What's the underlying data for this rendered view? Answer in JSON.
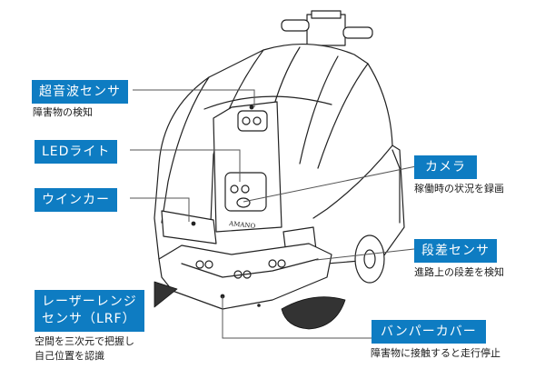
{
  "diagram": {
    "brand_text": "AMANO",
    "accent_color": "#0E7CC2",
    "callouts": [
      {
        "id": "ultrasonic-sensor",
        "title": "超音波センサ",
        "description": [
          "障害物の検知"
        ]
      },
      {
        "id": "led-light",
        "title": "LEDライト",
        "description": []
      },
      {
        "id": "turn-signal",
        "title": "ウインカー",
        "description": []
      },
      {
        "id": "laser-range-finder",
        "title_lines": [
          "レーザーレンジ",
          "センサ（LRF）"
        ],
        "description": [
          "空間を三次元で把握し",
          "自己位置を認識"
        ]
      },
      {
        "id": "camera",
        "title": "カメラ",
        "description": [
          "稼働時の状況を録画"
        ]
      },
      {
        "id": "step-sensor",
        "title": "段差センサ",
        "description": [
          "進路上の段差を検知"
        ]
      },
      {
        "id": "bumper-cover",
        "title": "バンパーカバー",
        "description": [
          "障害物に接触すると走行停止"
        ]
      }
    ]
  }
}
